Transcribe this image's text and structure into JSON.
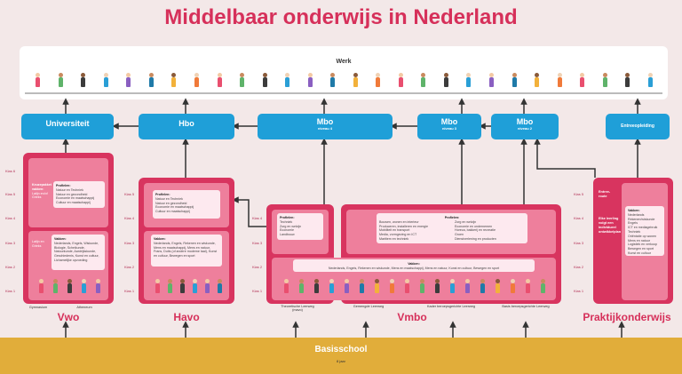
{
  "title": "Middelbaar onderwijs in Nederland",
  "werk": "Werk",
  "top_boxes": {
    "universiteit": "Universiteit",
    "hbo": "Hbo",
    "mbo4": "Mbo",
    "mbo4_sub": "niveau 4",
    "mbo3": "Mbo",
    "mbo3_sub": "niveau 3",
    "mbo2": "Mbo",
    "mbo2_sub": "niveau 2",
    "entree": "Entreeopleiding"
  },
  "klas": {
    "k6": "Klas 6",
    "k5": "Klas 5",
    "k4": "Klas 4",
    "k3": "Klas 3",
    "k2": "Klas 2",
    "k1": "Klas 1"
  },
  "vwo": {
    "profielen_head": "Profielen:",
    "profielen": [
      "Natuur en Techniek",
      "Natuur en gezondheid",
      "Economie en maatschappij",
      "Cultuur en maatschappij"
    ],
    "keuze": "Keuzepakket vakken:",
    "keuze_detail": "Latijn en/of Grieks",
    "vakken_head": "Vakken:",
    "vakken": "Nederlands, Engels, Wiskunde, Biologie, Scheikunde, Natuurkunde, Aardrijkskunde, Geschiedenis, Kunst en cultuur, Lichamelijke opvoeding",
    "klas1": "Latijn en Grieks",
    "cap": "Vwo",
    "gym": "Gymnasium",
    "ath": "Atheneum"
  },
  "havo": {
    "profielen_head": "Profielen:",
    "profielen": [
      "Natuur en Techniek",
      "Natuur en gezondheid",
      "Economie en maatschappij",
      "Cultuur en maatschappij"
    ],
    "vakken_head": "Vakken:",
    "vakken": "Nederlands, Engels, Rekenen en wiskunde, Mens en maatschappij, Mens en natuur, Frans, Duits (of andere moderne taal), Kunst en cultuur, Bewegen en sport",
    "cap": "Havo"
  },
  "vmbo": {
    "profielen_head": "Profielen:",
    "profielen_left": [
      "Techniek",
      "Zorg en welzijn",
      "Economie",
      "Landbouw"
    ],
    "profielen_mid": [
      "Bouwen, wonen en interieur",
      "Produceren, installeren en energie",
      "Mobiliteit en transport",
      "Media, vormgeving en ICT",
      "Maritiem en techniek"
    ],
    "profielen_right": [
      "Zorg en welzijn",
      "Economie en ondernemen",
      "Horeca, bakkerij en recreatie",
      "Groen",
      "Dienstverlening en producten"
    ],
    "vakken_head": "Vakken:",
    "vakken": "Nederlands, Engels, Rekenen en wiskunde, Mens en maatschappij, Mens en natuur, Kunst en cultuur, Bewegen en sport",
    "cap": "Vmbo",
    "leerweg1": "Theoretische Leerweg",
    "leerweg1b": "(mavo)",
    "leerweg2": "Gemengde Leerweg",
    "leerweg3": "Kader beroepsgerichte Leerweg",
    "leerweg4": "Basis beroepsgerichte Leerweg"
  },
  "praktijk": {
    "entree": "Entree-route",
    "elke": "Elke leerling volgt een individueel ontwikkelplan",
    "vakken_head": "Vakken:",
    "vakken": [
      "Nederlands",
      "Rekenen/wiskunde",
      "Engels",
      "ICT en mediagebruik",
      "Techniek",
      "Oriëntatie op wonen",
      "Mens en natuur",
      "Logistiek en verkoop",
      "Bewegen en sport",
      "Kunst en cultuur"
    ],
    "cap": "Praktijkonderwijs"
  },
  "basisschool": "Basisschool",
  "basisschool_sub": "8 jaar",
  "colors": {
    "title": "#d6305a",
    "blue": "#1f9fd8",
    "red": "#d8345f",
    "pink": "#ee7f9c",
    "card": "#fde9ef",
    "gold": "#e1ad3a"
  }
}
